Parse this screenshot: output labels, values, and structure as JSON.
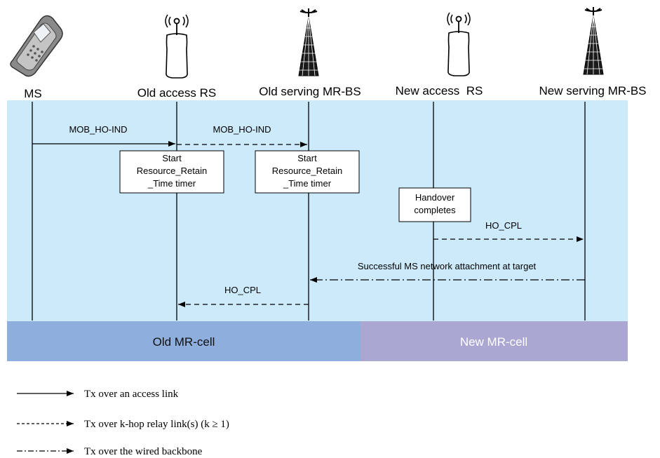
{
  "entities": [
    {
      "id": "ms",
      "label": "MS",
      "icon": "mobile-phone-icon"
    },
    {
      "id": "old-rs",
      "label": "Old access RS",
      "icon": "relay-station-antenna-icon"
    },
    {
      "id": "old-bs",
      "label": "Old serving MR-BS",
      "icon": "base-station-tower-icon"
    },
    {
      "id": "new-rs",
      "label": "New access  RS",
      "icon": "relay-station-antenna-icon"
    },
    {
      "id": "new-bs",
      "label": "New serving MR-BS",
      "icon": "base-station-tower-icon"
    }
  ],
  "messages": [
    {
      "id": "m1",
      "label": "MOB_HO-IND",
      "from": "ms",
      "to": "old-rs",
      "link": "access"
    },
    {
      "id": "m2",
      "label": "MOB_HO-IND",
      "from": "old-rs",
      "to": "old-bs",
      "link": "relay"
    },
    {
      "id": "m3",
      "label": "HO_CPL",
      "from": "new-rs",
      "to": "new-bs",
      "link": "relay"
    },
    {
      "id": "m4",
      "label": "Successful MS network attachment at target",
      "from": "new-bs",
      "to": "old-bs",
      "link": "backbone"
    },
    {
      "id": "m5",
      "label": "HO_CPL",
      "from": "old-bs",
      "to": "old-rs",
      "link": "relay"
    }
  ],
  "notes": {
    "old_rs_timer": [
      "Start",
      "Resource_Retain",
      "_Time timer"
    ],
    "old_bs_timer": [
      "Start",
      "Resource_Retain",
      "_Time timer"
    ],
    "handover": [
      "Handover",
      "completes"
    ]
  },
  "cells": {
    "old": "Old MR-cell",
    "new": "New MR-cell"
  },
  "legend": [
    {
      "style": "solid",
      "label": "Tx over an access link"
    },
    {
      "style": "dashed",
      "label": "Tx over k-hop relay link(s) (k ≥ 1)"
    },
    {
      "style": "dashdot",
      "label": "Tx over the wired backbone"
    }
  ],
  "colors": {
    "background_region": "#cdeafb",
    "old_cell": "#8eaedd",
    "new_cell": "#aaa7d2",
    "old_cell_text": "#111111",
    "new_cell_text": "#ffffff"
  }
}
